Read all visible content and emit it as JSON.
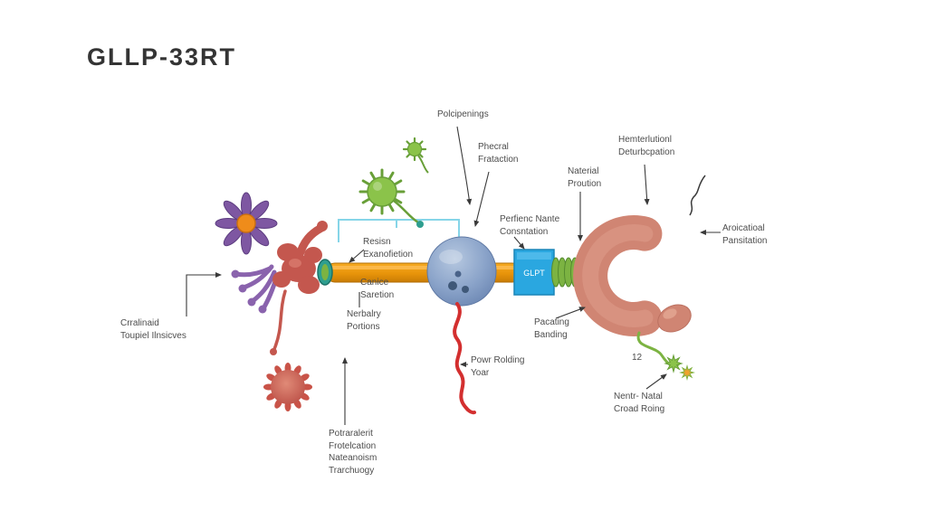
{
  "title": "GLLP-33RT",
  "box_label": "GLPT",
  "labels": {
    "polcipenings": "Polcipenings",
    "phecral": "Phecral\nFrataction",
    "hemterlutionl": "Hemterlutionl\nDeturbcpation",
    "naterial": "Naterial\nProution",
    "aroicatioal": "Aroicatioal\nPansitation",
    "resisn": "Resisn\nExanofietion",
    "perfienc": "Perfienc Nante\nConsntation",
    "canice": "Canice\nSaretion",
    "nerbalry": "Nerbalry\nPortions",
    "crralinaid": "Crralinaid\nToupiel Ilnsicves",
    "powr": "Powr Rolding\nYoar",
    "pacating": "Pacating\nBanding",
    "nentr": "Nentr- Natal\nCroad Roing",
    "potraralerit": "Potraralerit\nFrotelcation\nNateanoism\nTrarchuogy",
    "num12": "12"
  },
  "palette": {
    "orange_tube": "#e8940a",
    "blue_box": "#2aa7e0",
    "blue_sphere": "#8aa3c9",
    "coral": "#d08573",
    "green": "#7cb342",
    "purple": "#7e57a2",
    "red_squiggle": "#d32f2f",
    "annotation": "#3a3a3a"
  }
}
